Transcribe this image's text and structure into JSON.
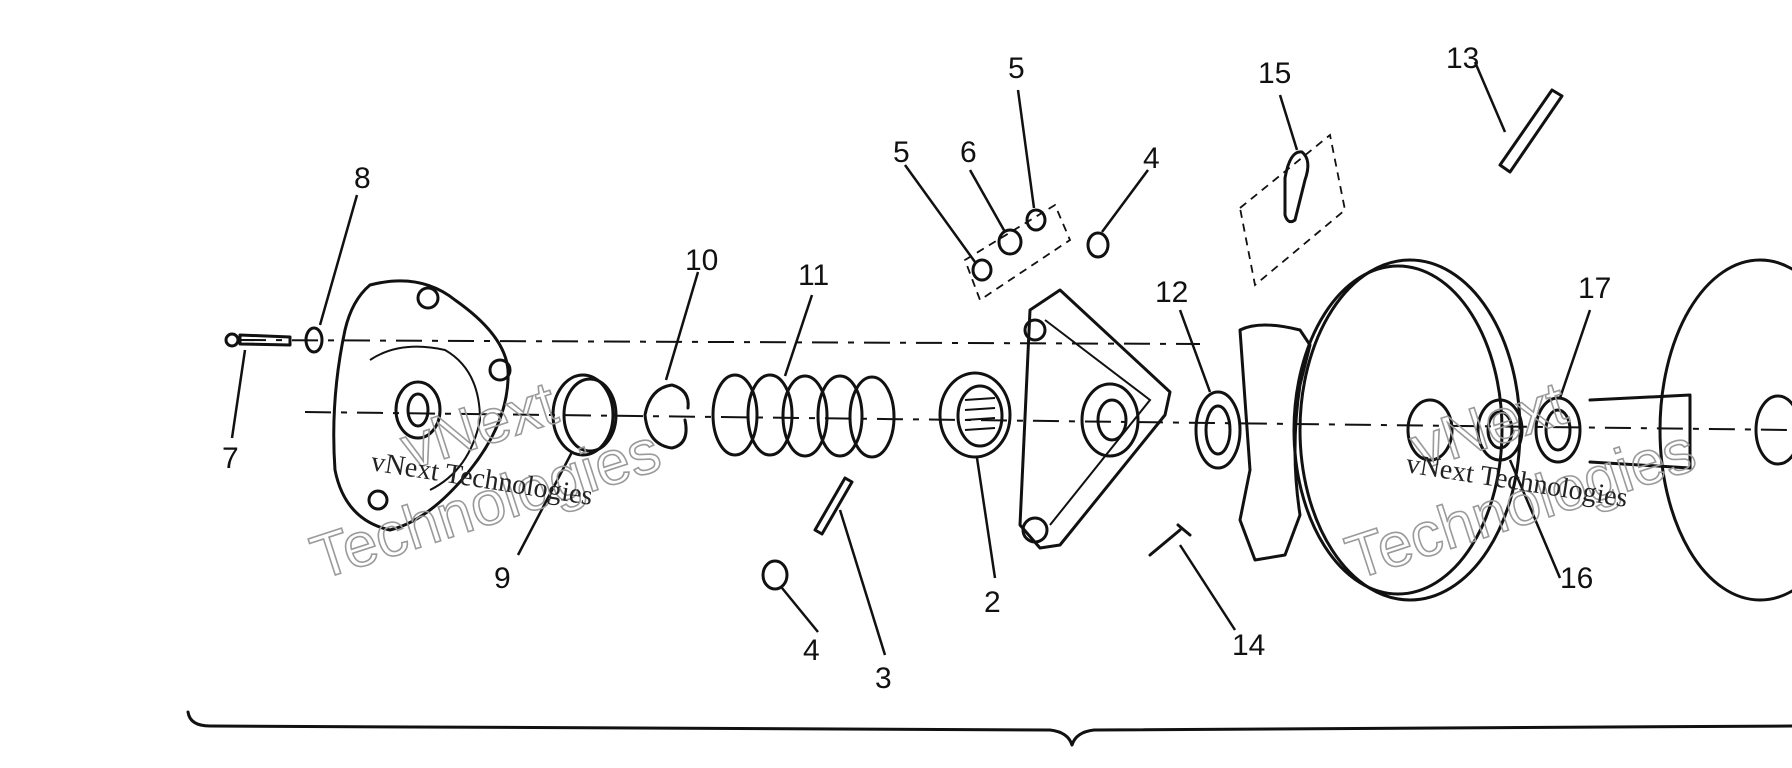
{
  "callouts": {
    "c1": "5",
    "c2": "6",
    "c3": "5",
    "c4": "4",
    "c5": "8",
    "c6": "10",
    "c7": "11",
    "c8": "12",
    "c9": "15",
    "c10": "13",
    "c11": "17",
    "c12": "7",
    "c13": "9",
    "c14": "2",
    "c15": "4",
    "c16": "3",
    "c17": "14",
    "c18": "16"
  },
  "watermark": {
    "brand": "vNext Technologies",
    "outline_word_1": "vNext",
    "outline_word_2": "Technologies"
  }
}
